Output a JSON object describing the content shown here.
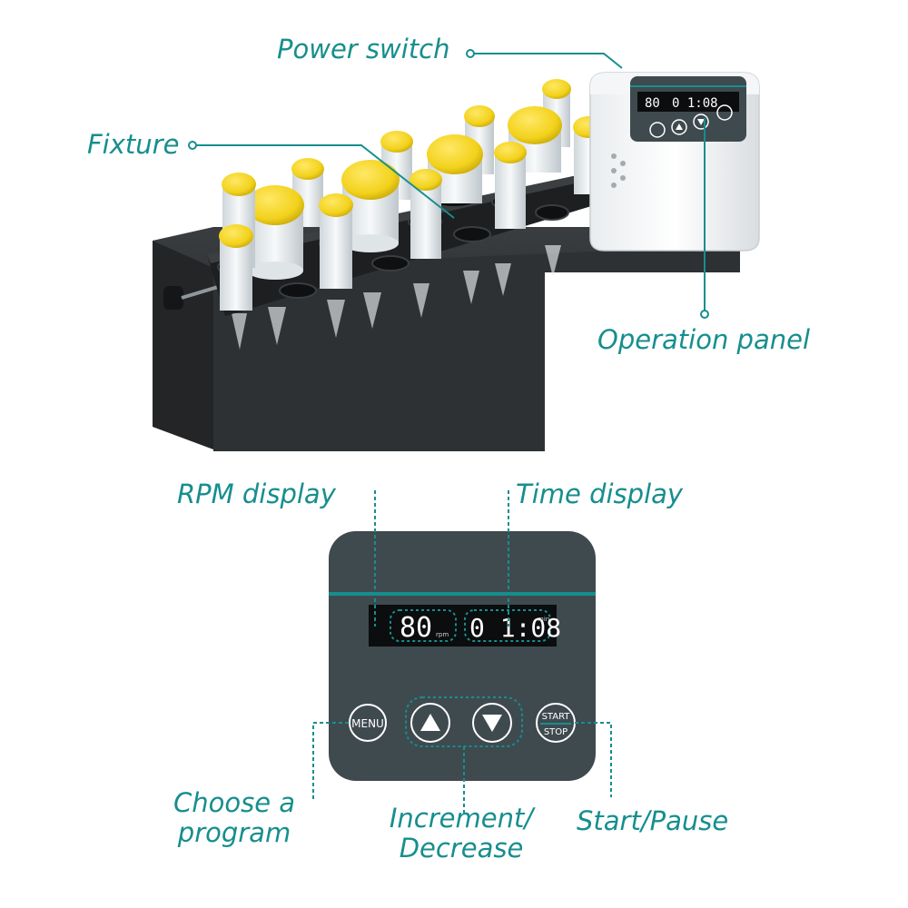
{
  "labels": {
    "power_switch": "Power switch",
    "fixture": "Fixture",
    "operation_panel": "Operation panel",
    "rpm_display": "RPM display",
    "time_display": "Time display",
    "choose_program_line1": "Choose a",
    "choose_program_line2": "program",
    "increment_line1": "Increment/",
    "increment_line2": "Decrease",
    "start_pause": "Start/Pause"
  },
  "panel": {
    "rpm_value": "80",
    "rpm_unit": "rpm",
    "time_value": "0 1:08",
    "time_unit": "min",
    "menu_label": "MENU",
    "start_label": "START",
    "stop_label": "STOP"
  },
  "colors": {
    "accent": "#178e8e",
    "panel_body": "#3f4a4f",
    "display_bg": "#0b0d0e",
    "tube_cap": "#f2d21b",
    "base": "#2b2d2f"
  },
  "icons": {
    "up_button": "up-arrow-icon",
    "down_button": "down-arrow-icon"
  }
}
